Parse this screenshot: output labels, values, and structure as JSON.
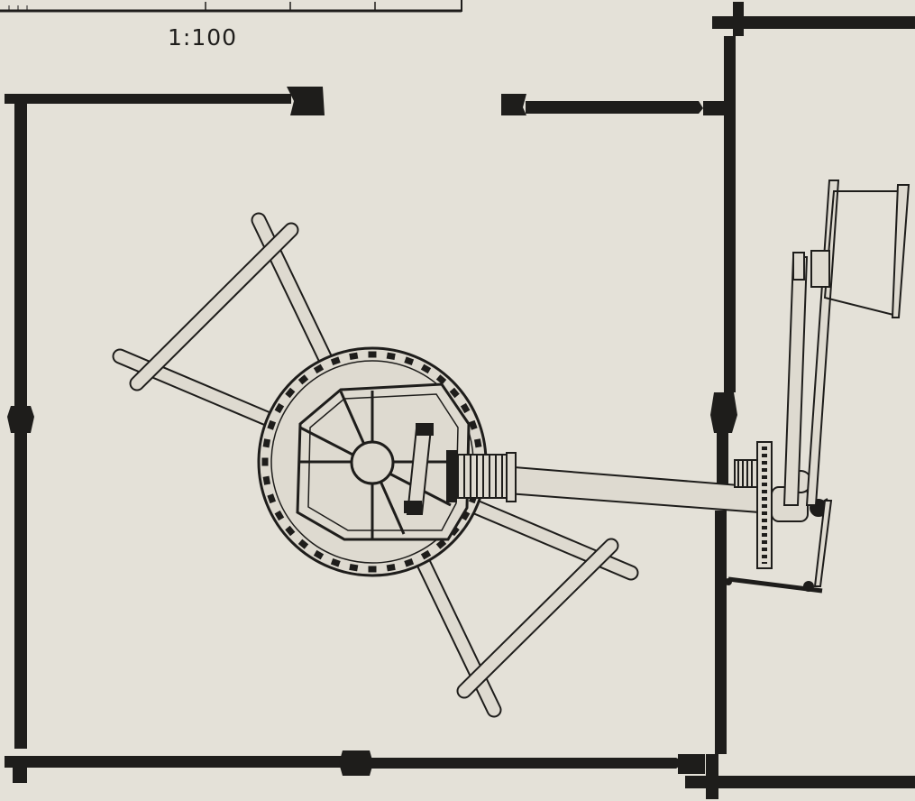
{
  "scale": {
    "label": "1:100"
  },
  "colors": {
    "paper": "#e4e1d8",
    "ink": "#1e1d1b",
    "fill": "#dedad0"
  },
  "drawing": {
    "cogs_on_wheel": 36,
    "spokes": 8
  }
}
